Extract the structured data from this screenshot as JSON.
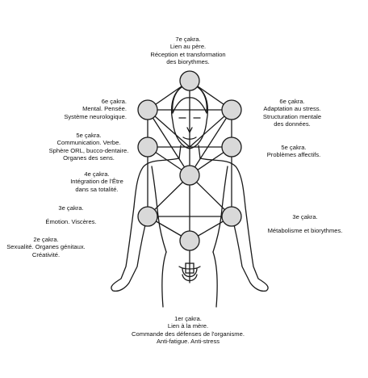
{
  "labels": {
    "c7": [
      "7e çakra.",
      "Lien au père.",
      "Réception et transformation",
      "des biorythmes."
    ],
    "c6_left": [
      "6e çakra.",
      "Mental. Pensée.",
      "Système neurologique."
    ],
    "c6_right": [
      "6e çakra.",
      "Adaptation au stress.",
      "Structuration mentale",
      "des données."
    ],
    "c5_left": [
      "5e çakra.",
      "Communication. Verbe.",
      "Sphère ORL, bucco-dentaire.",
      "Organes des sens."
    ],
    "c5_right": [
      "5e çakra.",
      "Problèmes affectifs."
    ],
    "c4": [
      "4e çakra.",
      "Intégration de l'Être",
      "dans sa totalité."
    ],
    "c3_left": [
      "3e çakra.",
      "Émotion. Viscères."
    ],
    "c3_right": [
      "3e çakra.",
      "Métabolisme et biorythmes."
    ],
    "c2": [
      "2e çakra.",
      "Sexualité. Organes génitaux.",
      "Créativité."
    ],
    "c1": [
      "1er çakra.",
      "Lien à la mère.",
      "Commande des défenses de l'organisme.",
      "Anti-fatigue. Anti-stress"
    ]
  },
  "colors": {
    "line": "#1a1a1a",
    "node_fill": "#d9d9d9"
  }
}
